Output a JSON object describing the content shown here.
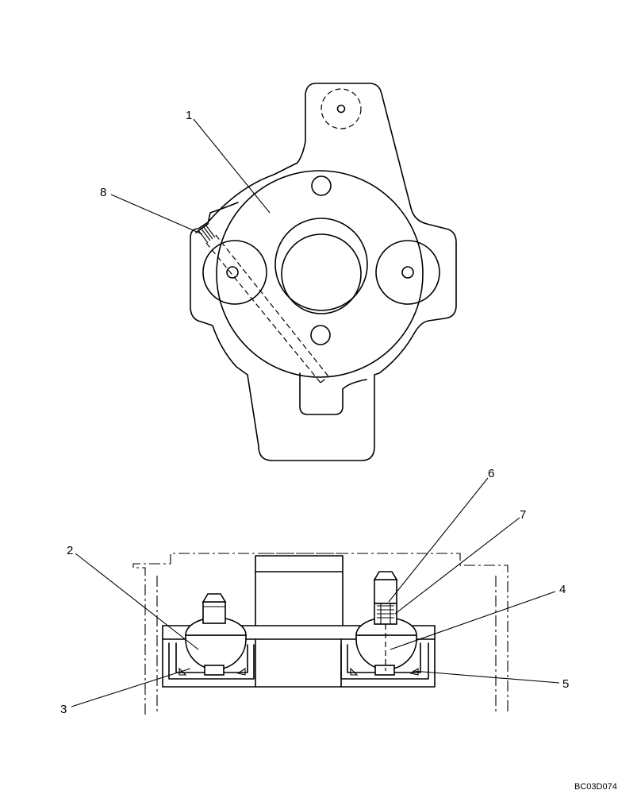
{
  "callouts": [
    {
      "id": "1",
      "text": "1"
    },
    {
      "id": "2",
      "text": "2"
    },
    {
      "id": "3",
      "text": "3"
    },
    {
      "id": "4",
      "text": "4"
    },
    {
      "id": "5",
      "text": "5"
    },
    {
      "id": "6",
      "text": "6"
    },
    {
      "id": "7",
      "text": "7"
    },
    {
      "id": "8",
      "text": "8"
    }
  ],
  "drawing_code": "BC03D074"
}
